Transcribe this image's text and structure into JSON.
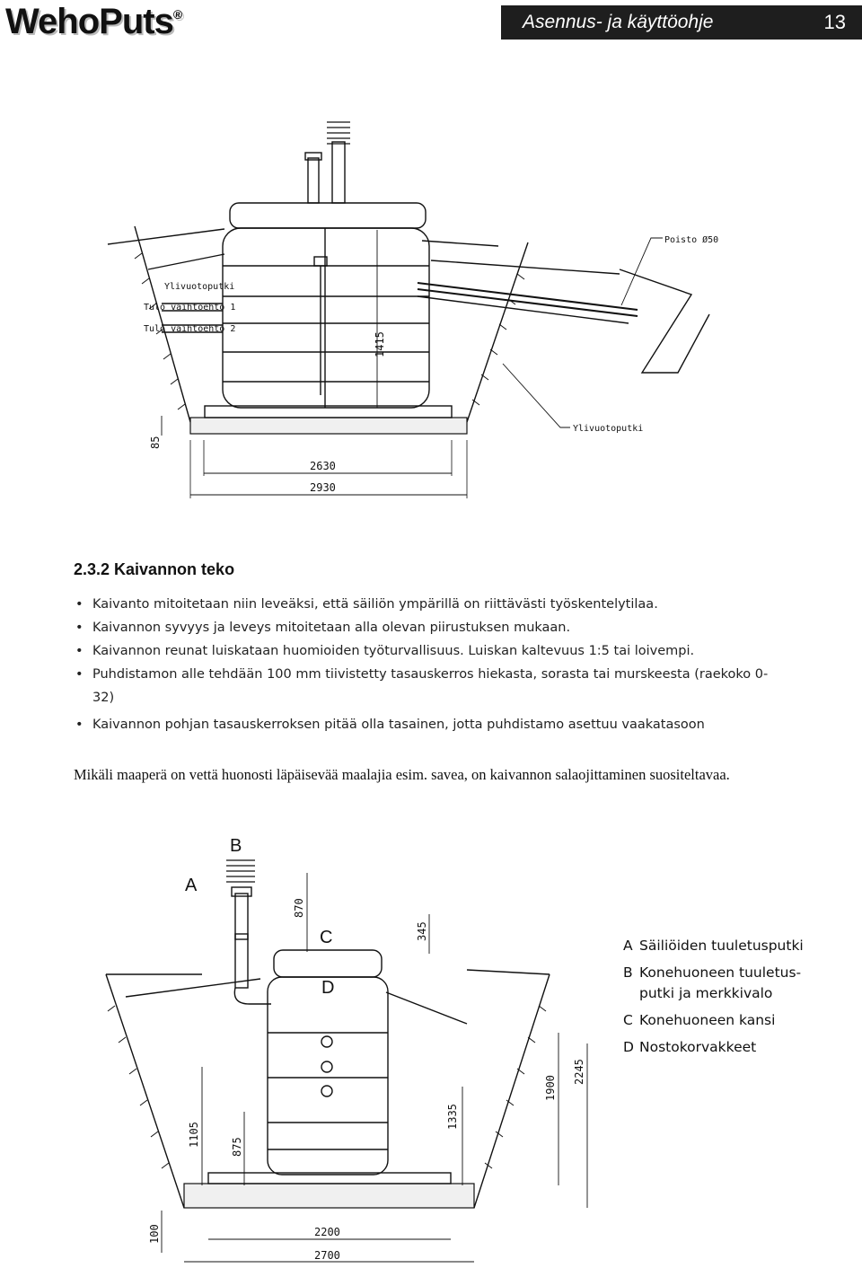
{
  "header": {
    "brand": "WehoPuts",
    "brand_mark": "®",
    "doc_title": "Asennus- ja käyttöohje",
    "page_number": "13"
  },
  "drawing1": {
    "labels": {
      "polsto": "Poisto Ø50",
      "ylivuotoputki_left": "Ylivuotoputki",
      "tulo1": "Tulo vaihtoehto 1",
      "tulo2": "Tulo vaihtoehto 2",
      "ylivuotoputki_right": "Ylivuotoputki"
    },
    "dims": {
      "height": "1415",
      "base": "85",
      "inner_width": "2630",
      "outer_width": "2930"
    }
  },
  "section": {
    "title": "2.3.2 Kaivannon teko",
    "bullets": [
      "Kaivanto mitoitetaan niin leveäksi, että säiliön ympärillä on riittävästi työskentelytilaa.",
      "Kaivannon syvyys ja leveys mitoitetaan alla olevan piirustuksen mukaan.",
      "Kaivannon reunat luiskataan huomioiden työturvallisuus. Luiskan kaltevuus 1:5 tai loivempi.",
      "Puhdistamon alle tehdään 100 mm tiivistetty tasauskerros hiekasta, sorasta tai murskeesta (raekoko 0-32)",
      "Kaivannon pohjan tasauskerroksen pitää olla tasainen, jotta puhdistamo asettuu vaakatasoon"
    ],
    "note": "Mikäli maaperä on vettä huonosti läpäisevää maalajia esim. savea, on kaivannon salaojittaminen suositeltavaa."
  },
  "drawing2": {
    "letters": {
      "a": "A",
      "b": "B",
      "c": "C",
      "d": "D"
    },
    "dims": {
      "d870": "870",
      "d345": "345",
      "d1105": "1105",
      "d875": "875",
      "d1335": "1335",
      "d1900": "1900",
      "d2245": "2245",
      "d100": "100",
      "d2200": "2200",
      "d2700": "2700"
    }
  },
  "legend": [
    {
      "key": "A",
      "text": "Säiliöiden tuuletusputki"
    },
    {
      "key": "B",
      "text": "Konehuoneen tuuletus-\nputki ja merkkivalo"
    },
    {
      "key": "C",
      "text": "Konehuoneen kansi"
    },
    {
      "key": "D",
      "text": "Nostokorvakkeet"
    }
  ]
}
